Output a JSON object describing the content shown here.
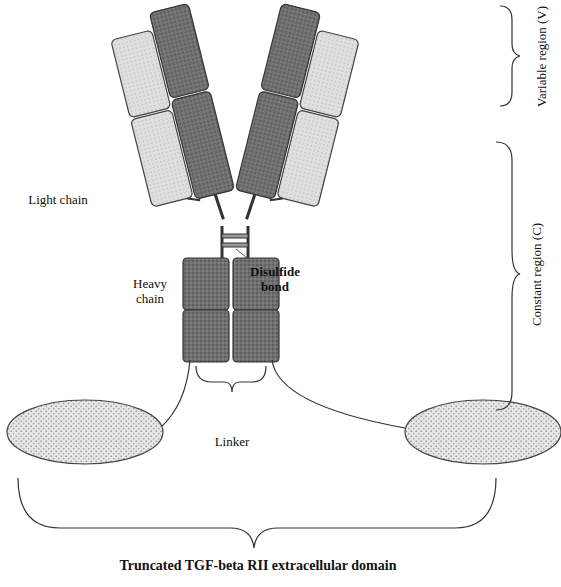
{
  "diagram": {
    "labels": [
      "Light chain",
      "Variable region (V)",
      "Disulfide bond",
      "Heavy chain",
      "Constant region (C)",
      "Linker",
      "Truncated TGF-beta RII extracellular domain"
    ]
  }
}
